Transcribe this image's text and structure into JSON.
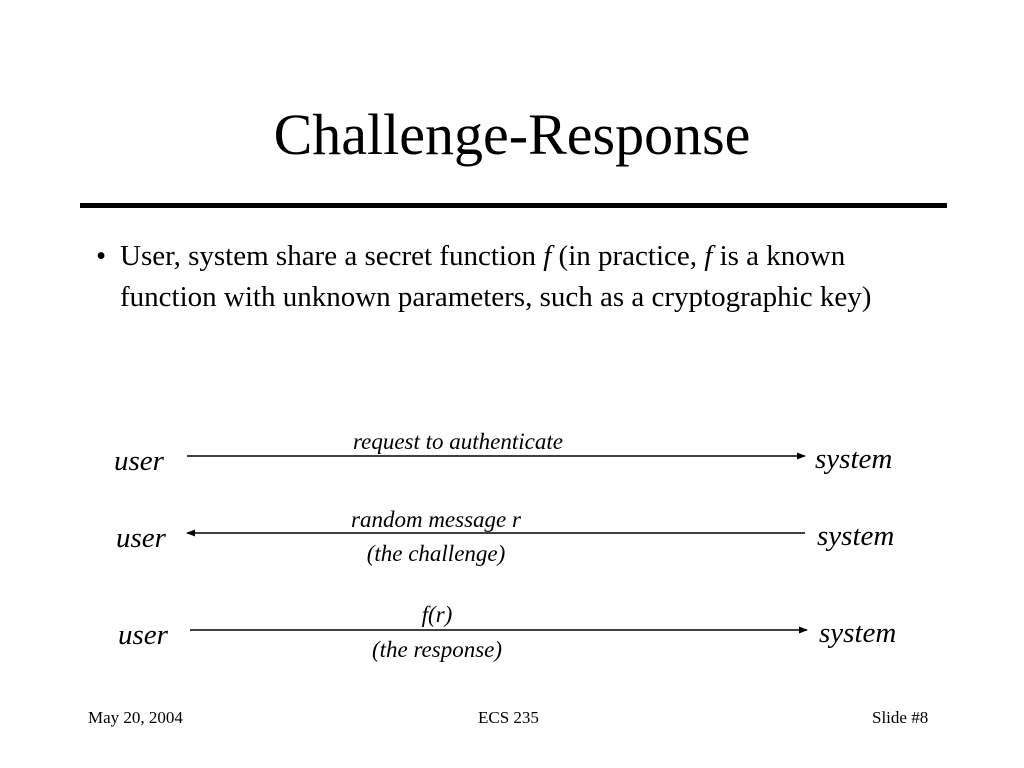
{
  "slide": {
    "title": "Challenge-Response",
    "bullet": {
      "marker": "•",
      "text_part1": "User, system share a secret function ",
      "f1": "f",
      "text_part2": " (in practice, ",
      "f2": "f",
      "text_part3": " is a known function with unknown parameters, such as a cryptographic key)"
    },
    "exchanges": [
      {
        "left_party": "user",
        "right_party": "system",
        "direction": "user-to-system",
        "label_above": "request to authenticate",
        "label_below": ""
      },
      {
        "left_party": "user",
        "right_party": "system",
        "direction": "system-to-user",
        "label_above": "random message r",
        "label_below": "(the challenge)"
      },
      {
        "left_party": "user",
        "right_party": "system",
        "direction": "user-to-system",
        "label_above": "f(r)",
        "label_below": "(the response)"
      }
    ],
    "footer": {
      "date": "May 20, 2004",
      "course": "ECS 235",
      "slide_number": "Slide #8"
    }
  }
}
